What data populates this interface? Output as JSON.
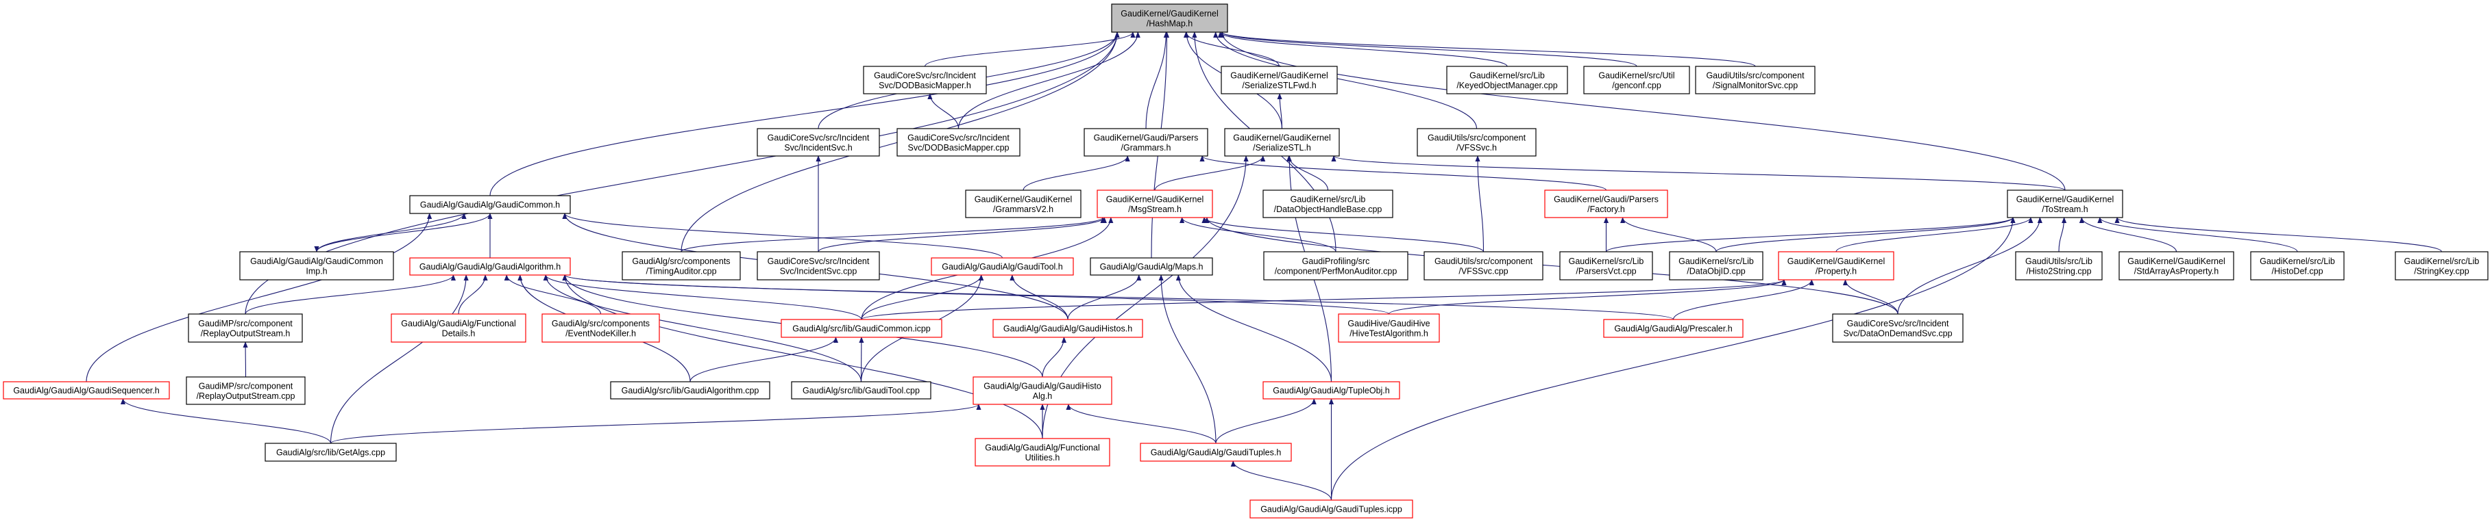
{
  "colors": {
    "edge": "#191970",
    "normal_border": "#000000",
    "red_border": "#ff0000",
    "root_fill": "#bfbfbf"
  },
  "nodes": [
    {
      "id": "hashmap",
      "lines": [
        "GaudiKernel/GaudiKernel",
        "/HashMap.h"
      ],
      "style": "root"
    },
    {
      "id": "dodmapper_h",
      "lines": [
        "GaudiCoreSvc/src/Incident",
        "Svc/DODBasicMapper.h"
      ],
      "style": "normal"
    },
    {
      "id": "serializestlfwd",
      "lines": [
        "GaudiKernel/GaudiKernel",
        "/SerializeSTLFwd.h"
      ],
      "style": "normal"
    },
    {
      "id": "keyedobj",
      "lines": [
        "GaudiKernel/src/Lib",
        "/KeyedObjectManager.cpp"
      ],
      "style": "normal"
    },
    {
      "id": "genconf",
      "lines": [
        "GaudiKernel/src/Util",
        "/genconf.cpp"
      ],
      "style": "normal"
    },
    {
      "id": "signalmon",
      "lines": [
        "GaudiUtils/src/component",
        "/SignalMonitorSvc.cpp"
      ],
      "style": "normal"
    },
    {
      "id": "incidentsvc_h",
      "lines": [
        "GaudiCoreSvc/src/Incident",
        "Svc/IncidentSvc.h"
      ],
      "style": "normal"
    },
    {
      "id": "dodmapper_cpp",
      "lines": [
        "GaudiCoreSvc/src/Incident",
        "Svc/DODBasicMapper.cpp"
      ],
      "style": "normal"
    },
    {
      "id": "grammars",
      "lines": [
        "GaudiKernel/Gaudi/Parsers",
        "/Grammars.h"
      ],
      "style": "normal"
    },
    {
      "id": "serializestl",
      "lines": [
        "GaudiKernel/GaudiKernel",
        "/SerializeSTL.h"
      ],
      "style": "normal"
    },
    {
      "id": "vfssvc_h",
      "lines": [
        "GaudiUtils/src/component",
        "/VFSSvc.h"
      ],
      "style": "normal"
    },
    {
      "id": "gaudicommon_h",
      "lines": [
        "GaudiAlg/GaudiAlg/GaudiCommon.h"
      ],
      "style": "normal"
    },
    {
      "id": "grammarsv2",
      "lines": [
        "GaudiKernel/GaudiKernel",
        "/GrammarsV2.h"
      ],
      "style": "normal"
    },
    {
      "id": "msgstream",
      "lines": [
        "GaudiKernel/GaudiKernel",
        "/MsgStream.h"
      ],
      "style": "red"
    },
    {
      "id": "dataobjhandle",
      "lines": [
        "GaudiKernel/src/Lib",
        "/DataObjectHandleBase.cpp"
      ],
      "style": "normal"
    },
    {
      "id": "factory",
      "lines": [
        "GaudiKernel/Gaudi/Parsers",
        "/Factory.h"
      ],
      "style": "red"
    },
    {
      "id": "tostream",
      "lines": [
        "GaudiKernel/GaudiKernel",
        "/ToStream.h"
      ],
      "style": "normal"
    },
    {
      "id": "gaudicommonimp",
      "lines": [
        "GaudiAlg/GaudiAlg/GaudiCommon",
        "Imp.h"
      ],
      "style": "normal"
    },
    {
      "id": "gaudialgorithm_h",
      "lines": [
        "GaudiAlg/GaudiAlg/GaudiAlgorithm.h"
      ],
      "style": "red"
    },
    {
      "id": "timingauditor",
      "lines": [
        "GaudiAlg/src/components",
        "/TimingAuditor.cpp"
      ],
      "style": "normal"
    },
    {
      "id": "incidentsvc_cpp",
      "lines": [
        "GaudiCoreSvc/src/Incident",
        "Svc/IncidentSvc.cpp"
      ],
      "style": "normal"
    },
    {
      "id": "gauditool_h",
      "lines": [
        "GaudiAlg/GaudiAlg/GaudiTool.h"
      ],
      "style": "red"
    },
    {
      "id": "maps",
      "lines": [
        "GaudiAlg/GaudiAlg/Maps.h"
      ],
      "style": "normal"
    },
    {
      "id": "perfmon",
      "lines": [
        "GaudiProfiling/src",
        "/component/PerfMonAuditor.cpp"
      ],
      "style": "normal"
    },
    {
      "id": "vfssvc_cpp",
      "lines": [
        "GaudiUtils/src/component",
        "/VFSSvc.cpp"
      ],
      "style": "normal"
    },
    {
      "id": "parsersvct",
      "lines": [
        "GaudiKernel/src/Lib",
        "/ParsersVct.cpp"
      ],
      "style": "normal"
    },
    {
      "id": "dataobjid",
      "lines": [
        "GaudiKernel/src/Lib",
        "/DataObjID.cpp"
      ],
      "style": "normal"
    },
    {
      "id": "property",
      "lines": [
        "GaudiKernel/GaudiKernel",
        "/Property.h"
      ],
      "style": "red"
    },
    {
      "id": "histo2string",
      "lines": [
        "GaudiUtils/src/Lib",
        "/Histo2String.cpp"
      ],
      "style": "normal"
    },
    {
      "id": "stdarray",
      "lines": [
        "GaudiKernel/GaudiKernel",
        "/StdArrayAsProperty.h"
      ],
      "style": "normal"
    },
    {
      "id": "histodef",
      "lines": [
        "GaudiKernel/src/Lib",
        "/HistoDef.cpp"
      ],
      "style": "normal"
    },
    {
      "id": "stringkey",
      "lines": [
        "GaudiKernel/src/Lib",
        "/StringKey.cpp"
      ],
      "style": "normal"
    },
    {
      "id": "replay_h",
      "lines": [
        "GaudiMP/src/component",
        "/ReplayOutputStream.h"
      ],
      "style": "normal"
    },
    {
      "id": "funcdetails",
      "lines": [
        "GaudiAlg/GaudiAlg/Functional",
        "Details.h"
      ],
      "style": "red"
    },
    {
      "id": "eventnodekiller",
      "lines": [
        "GaudiAlg/src/components",
        "/EventNodeKiller.h"
      ],
      "style": "red"
    },
    {
      "id": "gaudicommon_icpp",
      "lines": [
        "GaudiAlg/src/lib/GaudiCommon.icpp"
      ],
      "style": "red"
    },
    {
      "id": "gaudihistos",
      "lines": [
        "GaudiAlg/GaudiAlg/GaudiHistos.h"
      ],
      "style": "red"
    },
    {
      "id": "hivetest",
      "lines": [
        "GaudiHive/GaudiHive",
        "/HiveTestAlgorithm.h"
      ],
      "style": "red"
    },
    {
      "id": "prescaler",
      "lines": [
        "GaudiAlg/GaudiAlg/Prescaler.h"
      ],
      "style": "red"
    },
    {
      "id": "dataondemand",
      "lines": [
        "GaudiCoreSvc/src/Incident",
        "Svc/DataOnDemandSvc.cpp"
      ],
      "style": "normal"
    },
    {
      "id": "sequencer",
      "lines": [
        "GaudiAlg/GaudiAlg/GaudiSequencer.h"
      ],
      "style": "red"
    },
    {
      "id": "replay_cpp",
      "lines": [
        "GaudiMP/src/component",
        "/ReplayOutputStream.cpp"
      ],
      "style": "normal"
    },
    {
      "id": "gaudialgorithm_cpp",
      "lines": [
        "GaudiAlg/src/lib/GaudiAlgorithm.cpp"
      ],
      "style": "normal"
    },
    {
      "id": "gauditool_cpp",
      "lines": [
        "GaudiAlg/src/lib/GaudiTool.cpp"
      ],
      "style": "normal"
    },
    {
      "id": "histoalg",
      "lines": [
        "GaudiAlg/GaudiAlg/GaudiHisto",
        "Alg.h"
      ],
      "style": "red"
    },
    {
      "id": "tupleobj",
      "lines": [
        "GaudiAlg/GaudiAlg/TupleObj.h"
      ],
      "style": "red"
    },
    {
      "id": "getalgs",
      "lines": [
        "GaudiAlg/src/lib/GetAlgs.cpp"
      ],
      "style": "normal"
    },
    {
      "id": "funcutils",
      "lines": [
        "GaudiAlg/GaudiAlg/Functional",
        "Utilities.h"
      ],
      "style": "red"
    },
    {
      "id": "gaudituples_h",
      "lines": [
        "GaudiAlg/GaudiAlg/GaudiTuples.h"
      ],
      "style": "red"
    },
    {
      "id": "gaudituples_icpp",
      "lines": [
        "GaudiAlg/GaudiAlg/GaudiTuples.icpp"
      ],
      "style": "red"
    }
  ],
  "edges": [
    [
      "dodmapper_h",
      "hashmap"
    ],
    [
      "serializestlfwd",
      "hashmap"
    ],
    [
      "keyedobj",
      "hashmap"
    ],
    [
      "genconf",
      "hashmap"
    ],
    [
      "signalmon",
      "hashmap"
    ],
    [
      "incidentsvc_h",
      "hashmap"
    ],
    [
      "dodmapper_cpp",
      "hashmap"
    ],
    [
      "grammars",
      "hashmap"
    ],
    [
      "serializestl",
      "hashmap"
    ],
    [
      "vfssvc_h",
      "hashmap"
    ],
    [
      "gaudicommon_h",
      "hashmap"
    ],
    [
      "tostream",
      "hashmap"
    ],
    [
      "replay_h",
      "hashmap"
    ],
    [
      "timingauditor",
      "hashmap"
    ],
    [
      "maps",
      "hashmap"
    ],
    [
      "perfmon",
      "hashmap"
    ],
    [
      "dodmapper_cpp",
      "dodmapper_h"
    ],
    [
      "serializestl",
      "serializestlfwd"
    ],
    [
      "incidentsvc_cpp",
      "incidentsvc_h"
    ],
    [
      "grammarsv2",
      "grammars"
    ],
    [
      "factory",
      "grammars"
    ],
    [
      "msgstream",
      "serializestl"
    ],
    [
      "dataobjhandle",
      "serializestl"
    ],
    [
      "funcutils",
      "serializestl"
    ],
    [
      "tostream",
      "serializestl"
    ],
    [
      "tupleobj",
      "serializestl"
    ],
    [
      "vfssvc_cpp",
      "vfssvc_h"
    ],
    [
      "timingauditor",
      "msgstream"
    ],
    [
      "incidentsvc_cpp",
      "msgstream"
    ],
    [
      "gaudicommon_icpp",
      "msgstream"
    ],
    [
      "perfmon",
      "msgstream"
    ],
    [
      "vfssvc_cpp",
      "msgstream"
    ],
    [
      "dataondemand",
      "msgstream"
    ],
    [
      "parsersvct",
      "factory"
    ],
    [
      "dataobjid",
      "factory"
    ],
    [
      "parsersvct",
      "tostream"
    ],
    [
      "dataobjid",
      "tostream"
    ],
    [
      "property",
      "tostream"
    ],
    [
      "dataondemand",
      "tostream"
    ],
    [
      "histo2string",
      "tostream"
    ],
    [
      "stdarray",
      "tostream"
    ],
    [
      "histodef",
      "tostream"
    ],
    [
      "stringkey",
      "tostream"
    ],
    [
      "gaudituples_icpp",
      "tostream"
    ],
    [
      "gaudicommonimp",
      "gaudicommon_h"
    ],
    [
      "gaudicommon_h",
      "gaudicommonimp"
    ],
    [
      "gaudialgorithm_h",
      "gaudicommon_h"
    ],
    [
      "sequencer",
      "gaudicommon_h"
    ],
    [
      "gauditool_h",
      "gaudicommon_h"
    ],
    [
      "gaudihistos",
      "gaudicommon_h"
    ],
    [
      "replay_h",
      "gaudialgorithm_h"
    ],
    [
      "funcdetails",
      "gaudialgorithm_h"
    ],
    [
      "eventnodekiller",
      "gaudialgorithm_h"
    ],
    [
      "getalgs",
      "gaudialgorithm_h"
    ],
    [
      "gaudialgorithm_cpp",
      "gaudialgorithm_h"
    ],
    [
      "gauditool_cpp",
      "gaudialgorithm_h"
    ],
    [
      "gaudicommon_icpp",
      "gaudialgorithm_h"
    ],
    [
      "histoalg",
      "gaudialgorithm_h"
    ],
    [
      "hivetest",
      "gaudialgorithm_h"
    ],
    [
      "prescaler",
      "gaudialgorithm_h"
    ],
    [
      "funcutils",
      "gaudialgorithm_h"
    ],
    [
      "gaudicommon_icpp",
      "gauditool_h"
    ],
    [
      "gauditool_cpp",
      "gauditool_h"
    ],
    [
      "gaudihistos",
      "gauditool_h"
    ],
    [
      "gaudihistos",
      "maps"
    ],
    [
      "gaudituples_h",
      "maps"
    ],
    [
      "tupleobj",
      "maps"
    ],
    [
      "gaudicommon_icpp",
      "property"
    ],
    [
      "hivetest",
      "property"
    ],
    [
      "prescaler",
      "property"
    ],
    [
      "dataondemand",
      "property"
    ],
    [
      "replay_cpp",
      "replay_h"
    ],
    [
      "getalgs",
      "sequencer"
    ],
    [
      "gaudialgorithm_cpp",
      "gaudicommon_icpp"
    ],
    [
      "gauditool_cpp",
      "gaudicommon_icpp"
    ],
    [
      "histoalg",
      "gaudihistos"
    ],
    [
      "getalgs",
      "histoalg"
    ],
    [
      "funcutils",
      "histoalg"
    ],
    [
      "gaudituples_h",
      "histoalg"
    ],
    [
      "gaudituples_h",
      "tupleobj"
    ],
    [
      "gaudituples_icpp",
      "tupleobj"
    ],
    [
      "gaudituples_icpp",
      "gaudituples_h"
    ]
  ]
}
